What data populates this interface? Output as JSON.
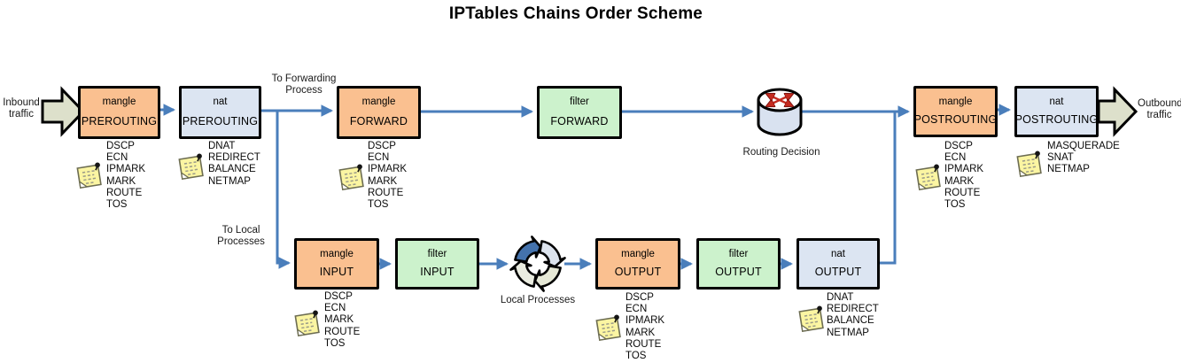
{
  "title": "IPTables Chains Order Scheme",
  "colors": {
    "mangle_box": "#FAC090",
    "filter_box": "#CCF2CC",
    "nat_box": "#DCE5F2",
    "connector_blue": "#4A7EBB",
    "flow_arrow_fill": "#DDE0CB",
    "note_yellow": "#FBF5A2",
    "router_red": "#C42B20"
  },
  "labels": {
    "inbound": "Inbound\ntraffic",
    "outbound": "Outbound\ntraffic",
    "to_forwarding": "To Forwarding\nProcess",
    "to_local": "To Local\nProcesses",
    "routing_decision": "Routing Decision",
    "local_processes": "Local Processes"
  },
  "chains": [
    {
      "table": "mangle",
      "chain": "PREROUTING"
    },
    {
      "table": "nat",
      "chain": "PREROUTING"
    },
    {
      "table": "mangle",
      "chain": "FORWARD"
    },
    {
      "table": "filter",
      "chain": "FORWARD"
    },
    {
      "table": "mangle",
      "chain": "POSTROUTING"
    },
    {
      "table": "nat",
      "chain": "POSTROUTING"
    },
    {
      "table": "mangle",
      "chain": "INPUT"
    },
    {
      "table": "filter",
      "chain": "INPUT"
    },
    {
      "table": "mangle",
      "chain": "OUTPUT"
    },
    {
      "table": "filter",
      "chain": "OUTPUT"
    },
    {
      "table": "nat",
      "chain": "OUTPUT"
    }
  ],
  "notes": [
    {
      "for": "mangle-prerouting",
      "targets": [
        "DSCP",
        "ECN",
        "IPMARK",
        "MARK",
        "ROUTE",
        "TOS"
      ]
    },
    {
      "for": "nat-prerouting",
      "targets": [
        "DNAT",
        "REDIRECT",
        "BALANCE",
        "NETMAP"
      ]
    },
    {
      "for": "mangle-forward",
      "targets": [
        "DSCP",
        "ECN",
        "IPMARK",
        "MARK",
        "ROUTE",
        "TOS"
      ]
    },
    {
      "for": "mangle-postrouting",
      "targets": [
        "DSCP",
        "ECN",
        "IPMARK",
        "MARK",
        "ROUTE",
        "TOS"
      ]
    },
    {
      "for": "nat-postrouting",
      "targets": [
        "MASQUERADE",
        "SNAT",
        "NETMAP"
      ]
    },
    {
      "for": "mangle-input",
      "targets": [
        "DSCP",
        "ECN",
        "MARK",
        "ROUTE",
        "TOS"
      ]
    },
    {
      "for": "mangle-output",
      "targets": [
        "DSCP",
        "ECN",
        "IPMARK",
        "MARK",
        "ROUTE",
        "TOS"
      ]
    },
    {
      "for": "nat-output",
      "targets": [
        "DNAT",
        "REDIRECT",
        "BALANCE",
        "NETMAP"
      ]
    }
  ]
}
